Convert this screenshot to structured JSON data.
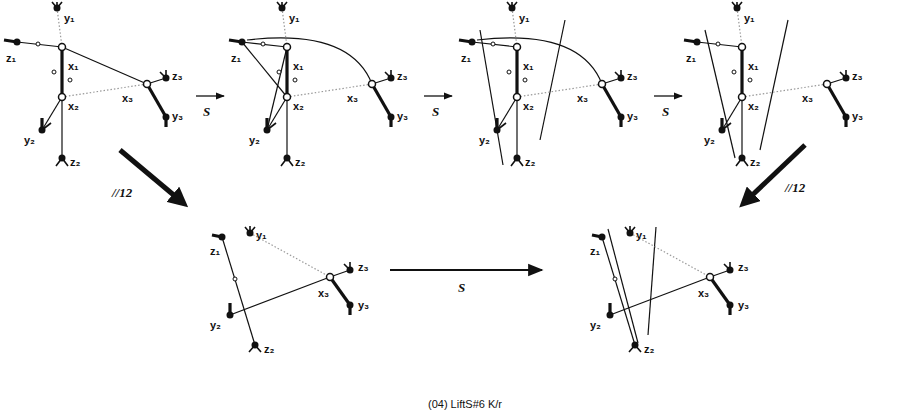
{
  "diagram": {
    "caption": "(04) LiftS#6 K/r",
    "labels": [
      "y₁",
      "z₁",
      "x₁",
      "x₂",
      "x₃",
      "z₃",
      "y₃",
      "y₂",
      "z₂",
      "y₁",
      "z₁",
      "x₁",
      "x₂",
      "x₃",
      "z₃",
      "y₃",
      "y₂",
      "z₂",
      "y₁",
      "z₁",
      "x₁",
      "x₂",
      "x₃",
      "z₃",
      "y₃",
      "y₂",
      "z₂",
      "y₁",
      "z₁",
      "x₁",
      "x₂",
      "x₃",
      "z₃",
      "y₃",
      "y₂",
      "z₂",
      "y₁",
      "z₁",
      "x₃",
      "z₃",
      "y₃",
      "y₂",
      "z₂",
      "y₁",
      "z₁",
      "x₃",
      "z₃",
      "y₃",
      "y₂",
      "z₂",
      "S",
      "S",
      "S",
      "//12",
      "//12",
      "S"
    ]
  }
}
